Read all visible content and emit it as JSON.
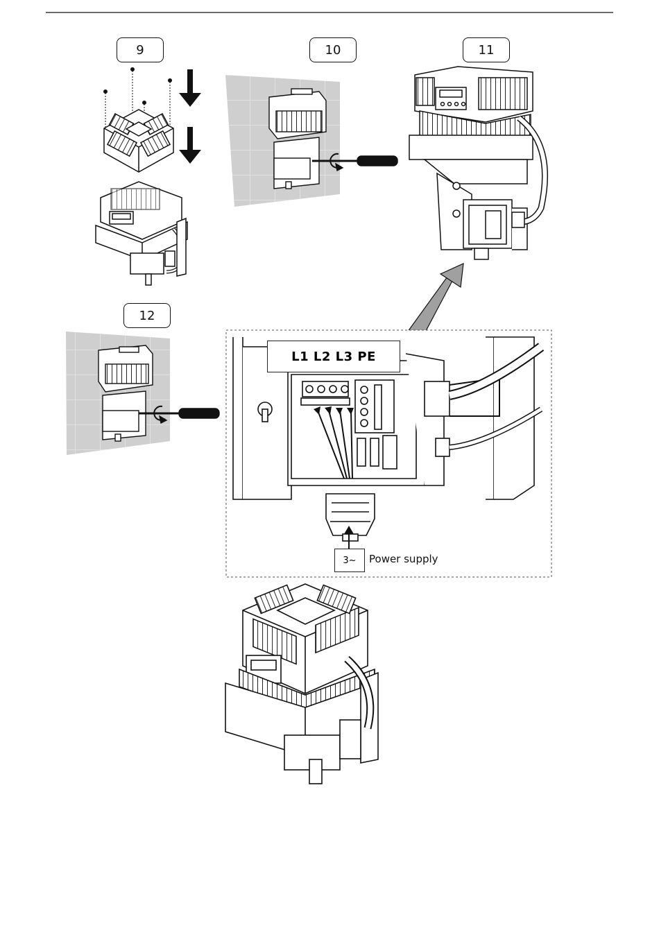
{
  "steps": {
    "s9": "9",
    "s10": "10",
    "s11": "11",
    "s12": "12"
  },
  "wiring": {
    "terminals": "L1 L2 L3 PE",
    "phase": "3~",
    "supply": "Power supply"
  },
  "colors": {
    "line": "#111111",
    "wall": "#c9c9c9",
    "arrow": "#9a9a9a"
  }
}
